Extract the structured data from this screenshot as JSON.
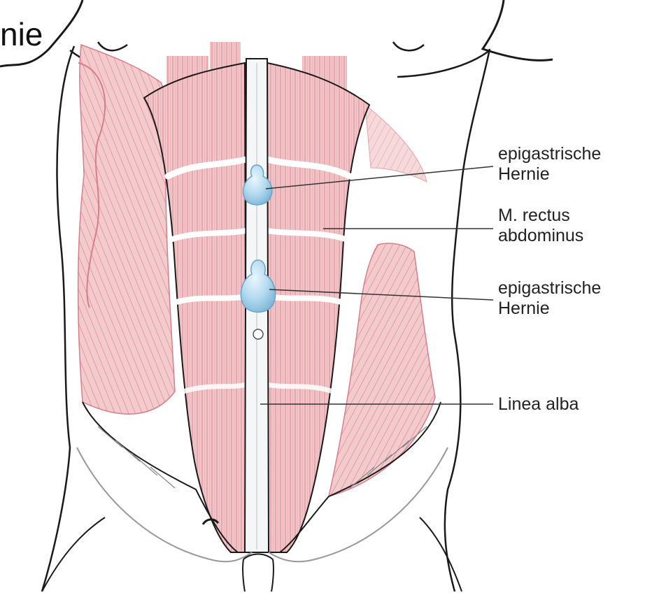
{
  "slide_fragment": "nie",
  "labels": {
    "hernia_upper": {
      "line1": "epigastrische",
      "line2": "Hernie"
    },
    "rectus": {
      "line1": "M. rectus",
      "line2": "abdominus"
    },
    "hernia_lower": {
      "line1": "epigastrische",
      "line2": "Hernie"
    },
    "linea_alba": {
      "line1": "Linea alba"
    }
  },
  "colors": {
    "muscle_fill": "#f2c6c8",
    "muscle_stroke": "#d87e88",
    "fiber": "#c95a68",
    "outline": "#1a1a1a",
    "linea_alba": "#f4f6f8",
    "hernia": "#a9d3ec",
    "leader_line": "#333333"
  }
}
